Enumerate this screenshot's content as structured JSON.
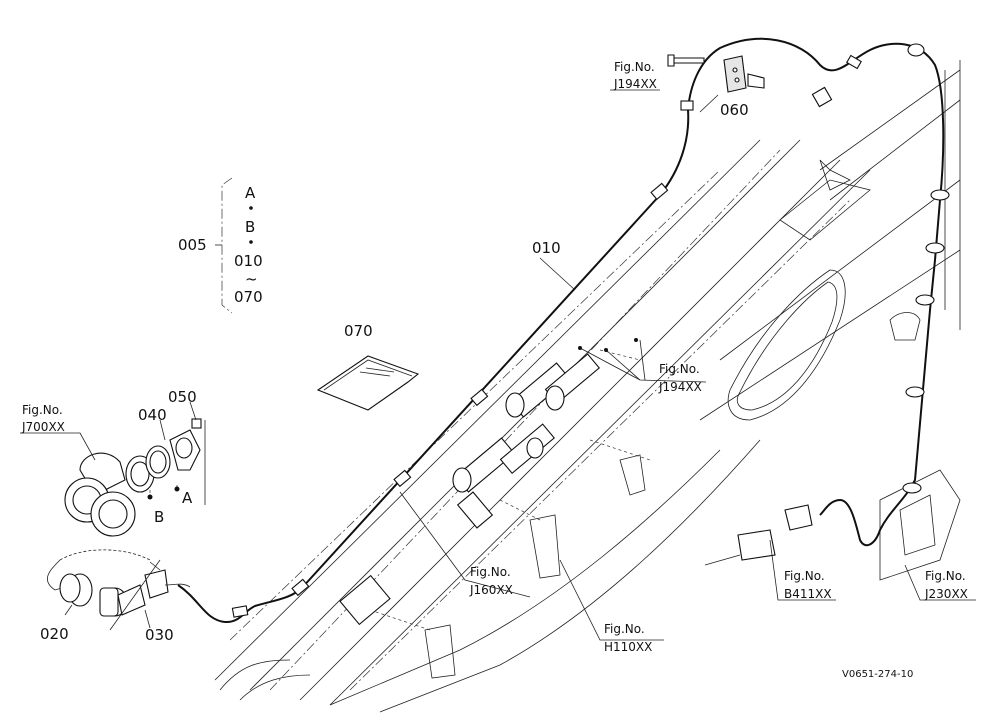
{
  "labels": {
    "p005": "005",
    "p010": "010",
    "p020": "020",
    "p030": "030",
    "p040": "040",
    "p050": "050",
    "p060": "060",
    "p070": "070",
    "grp_a": "A",
    "grp_b": "B",
    "grp_010": "010",
    "grp_tilde": "~",
    "grp_070": "070",
    "mark_a": "A",
    "mark_b": "B"
  },
  "fig_refs": {
    "j194_top": {
      "head": "Fig.No.",
      "code": "J194XX"
    },
    "j194_mid": {
      "head": "Fig.No.",
      "code": "J194XX"
    },
    "j700": {
      "head": "Fig.No.",
      "code": "J700XX"
    },
    "j160": {
      "head": "Fig.No.",
      "code": "J160XX"
    },
    "h110": {
      "head": "Fig.No.",
      "code": "H110XX"
    },
    "b411": {
      "head": "Fig.No.",
      "code": "B411XX"
    },
    "j230": {
      "head": "Fig.No.",
      "code": "J230XX"
    }
  },
  "diagram_code": "V0651-274-10"
}
